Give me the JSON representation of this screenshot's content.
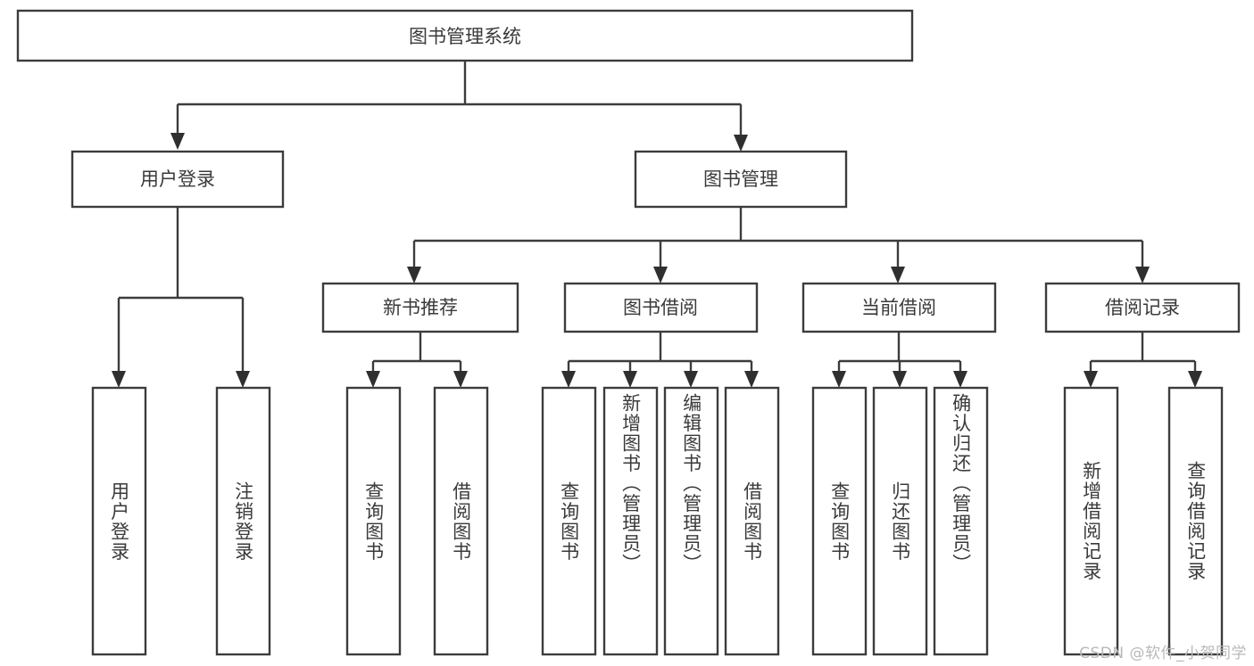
{
  "diagram": {
    "title": "图书管理系统",
    "type": "tree",
    "orientation": "top-down",
    "colors": {
      "box_fill": "#ffffff",
      "box_stroke": "#3c3c3c",
      "text": "#3a3a3a",
      "watermark": "#b9b9b9",
      "background": "#ffffff"
    },
    "root": {
      "label": "图书管理系统"
    },
    "level2": [
      {
        "label": "用户登录"
      },
      {
        "label": "图书管理"
      }
    ],
    "level3": [
      {
        "label": "新书推荐"
      },
      {
        "label": "图书借阅"
      },
      {
        "label": "当前借阅"
      },
      {
        "label": "借阅记录"
      }
    ],
    "leaves": {
      "user_login": [
        {
          "label": "用户登录"
        },
        {
          "label": "注销登录"
        }
      ],
      "new_book_recommend": [
        {
          "label": "查询图书"
        },
        {
          "label": "借阅图书"
        }
      ],
      "book_borrow": [
        {
          "label": "查询图书"
        },
        {
          "label": "新增图书（管理员）"
        },
        {
          "label": "编辑图书（管理员）"
        },
        {
          "label": "借阅图书"
        }
      ],
      "current_borrow": [
        {
          "label": "查询图书"
        },
        {
          "label": "归还图书"
        },
        {
          "label": "确认归还（管理员）"
        }
      ],
      "borrow_record": [
        {
          "label": "新增借阅记录"
        },
        {
          "label": "查询借阅记录"
        }
      ]
    }
  },
  "watermark": {
    "text": "CSDN @软件_小贺同学"
  }
}
